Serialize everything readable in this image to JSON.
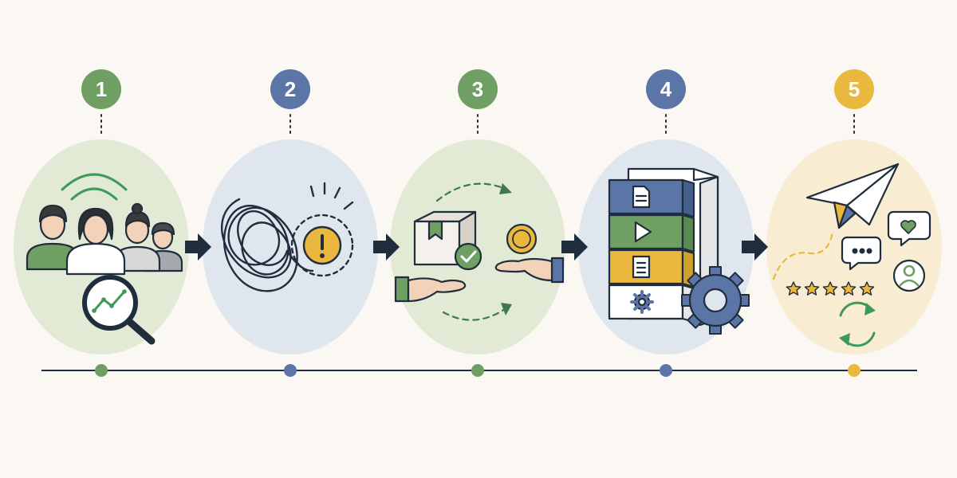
{
  "steps": [
    {
      "number": "1",
      "color": "#6f9f62",
      "bg": "#e2ead6",
      "icon": "audience-research-icon"
    },
    {
      "number": "2",
      "color": "#5a75a6",
      "bg": "#dfe6ee",
      "icon": "tangled-problem-icon"
    },
    {
      "number": "3",
      "color": "#6f9f62",
      "bg": "#e2ead6",
      "icon": "value-exchange-icon"
    },
    {
      "number": "4",
      "color": "#5a75a6",
      "bg": "#dfe6ee",
      "icon": "content-stack-icon"
    },
    {
      "number": "5",
      "color": "#eab83e",
      "bg": "#f8ecd2",
      "icon": "launch-feedback-icon"
    }
  ],
  "colors": {
    "ink": "#1f2d3d",
    "green": "#6f9f62",
    "blue": "#5a75a6",
    "yellow": "#eab83e",
    "background": "#fbf8f3"
  }
}
